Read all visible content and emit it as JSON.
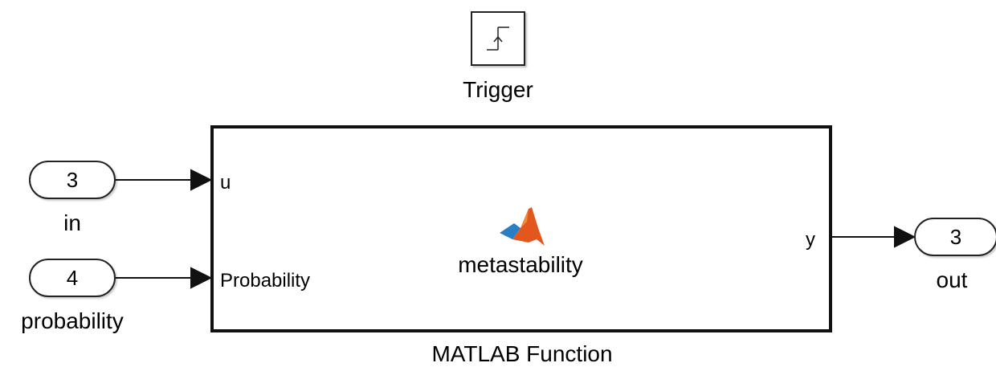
{
  "trigger": {
    "label": "Trigger",
    "icon": "rising-edge-trigger-icon"
  },
  "function_block": {
    "name": "metastability",
    "block_label": "MATLAB Function",
    "icon": "matlab-logo-icon",
    "inputs": [
      "u",
      "Probability"
    ],
    "outputs": [
      "y"
    ]
  },
  "inports": [
    {
      "number": "3",
      "name": "in"
    },
    {
      "number": "4",
      "name": "probability"
    }
  ],
  "outport": {
    "number": "3",
    "name": "out"
  },
  "colors": {
    "line": "#111111",
    "matlab_orange": "#e2571e",
    "matlab_blue": "#2a7fc4"
  }
}
